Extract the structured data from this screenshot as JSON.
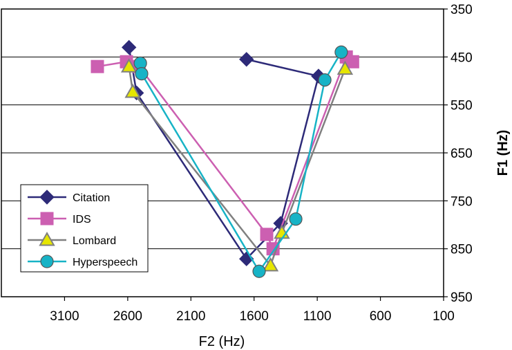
{
  "chart_data": {
    "type": "line",
    "xlabel": "F2 (Hz)",
    "ylabel": "F1 (Hz)",
    "xlim": [
      3600,
      100
    ],
    "ylim": [
      950,
      350
    ],
    "x_reversed": true,
    "y_reversed": true,
    "y_axis_side": "right",
    "x_ticks": [
      "3100",
      "2600",
      "2100",
      "1600",
      "1100",
      "600",
      "100"
    ],
    "y_ticks": [
      "350",
      "450",
      "550",
      "650",
      "750",
      "850",
      "950"
    ],
    "grid": "horizontal",
    "legend_position": "bottom-left",
    "series": [
      {
        "name": "Citation",
        "color": "#2d2a78",
        "marker": "diamond",
        "segments": [
          [
            [
              2590,
              430
            ],
            [
              2530,
              525
            ],
            [
              1660,
              871
            ],
            [
              1390,
              797
            ],
            [
              1090,
              490
            ]
          ],
          [
            [
              1660,
              455
            ],
            [
              1090,
              490
            ]
          ]
        ]
      },
      {
        "name": "IDS",
        "color": "#cc5fb1",
        "marker": "square",
        "segments": [
          [
            [
              2610,
              460
            ],
            [
              2840,
              470
            ]
          ],
          [
            [
              2510,
              470
            ],
            [
              1500,
              820
            ],
            [
              1450,
              850
            ],
            [
              870,
              450
            ],
            [
              820,
              460
            ]
          ]
        ]
      },
      {
        "name": "Lombard",
        "color": "#808080",
        "marker": "triangle",
        "segments": [
          [
            [
              2590,
              470
            ],
            [
              2560,
              523
            ],
            [
              1470,
              885
            ],
            [
              1380,
              817
            ],
            [
              880,
              475
            ]
          ]
        ]
      },
      {
        "name": "Hyperspeech",
        "color": "#17b3c6",
        "marker": "circle",
        "segments": [
          [
            [
              2500,
              463
            ],
            [
              2490,
              485
            ],
            [
              1560,
              897
            ],
            [
              1270,
              788
            ],
            [
              1040,
              498
            ],
            [
              910,
              440
            ]
          ]
        ]
      }
    ]
  }
}
